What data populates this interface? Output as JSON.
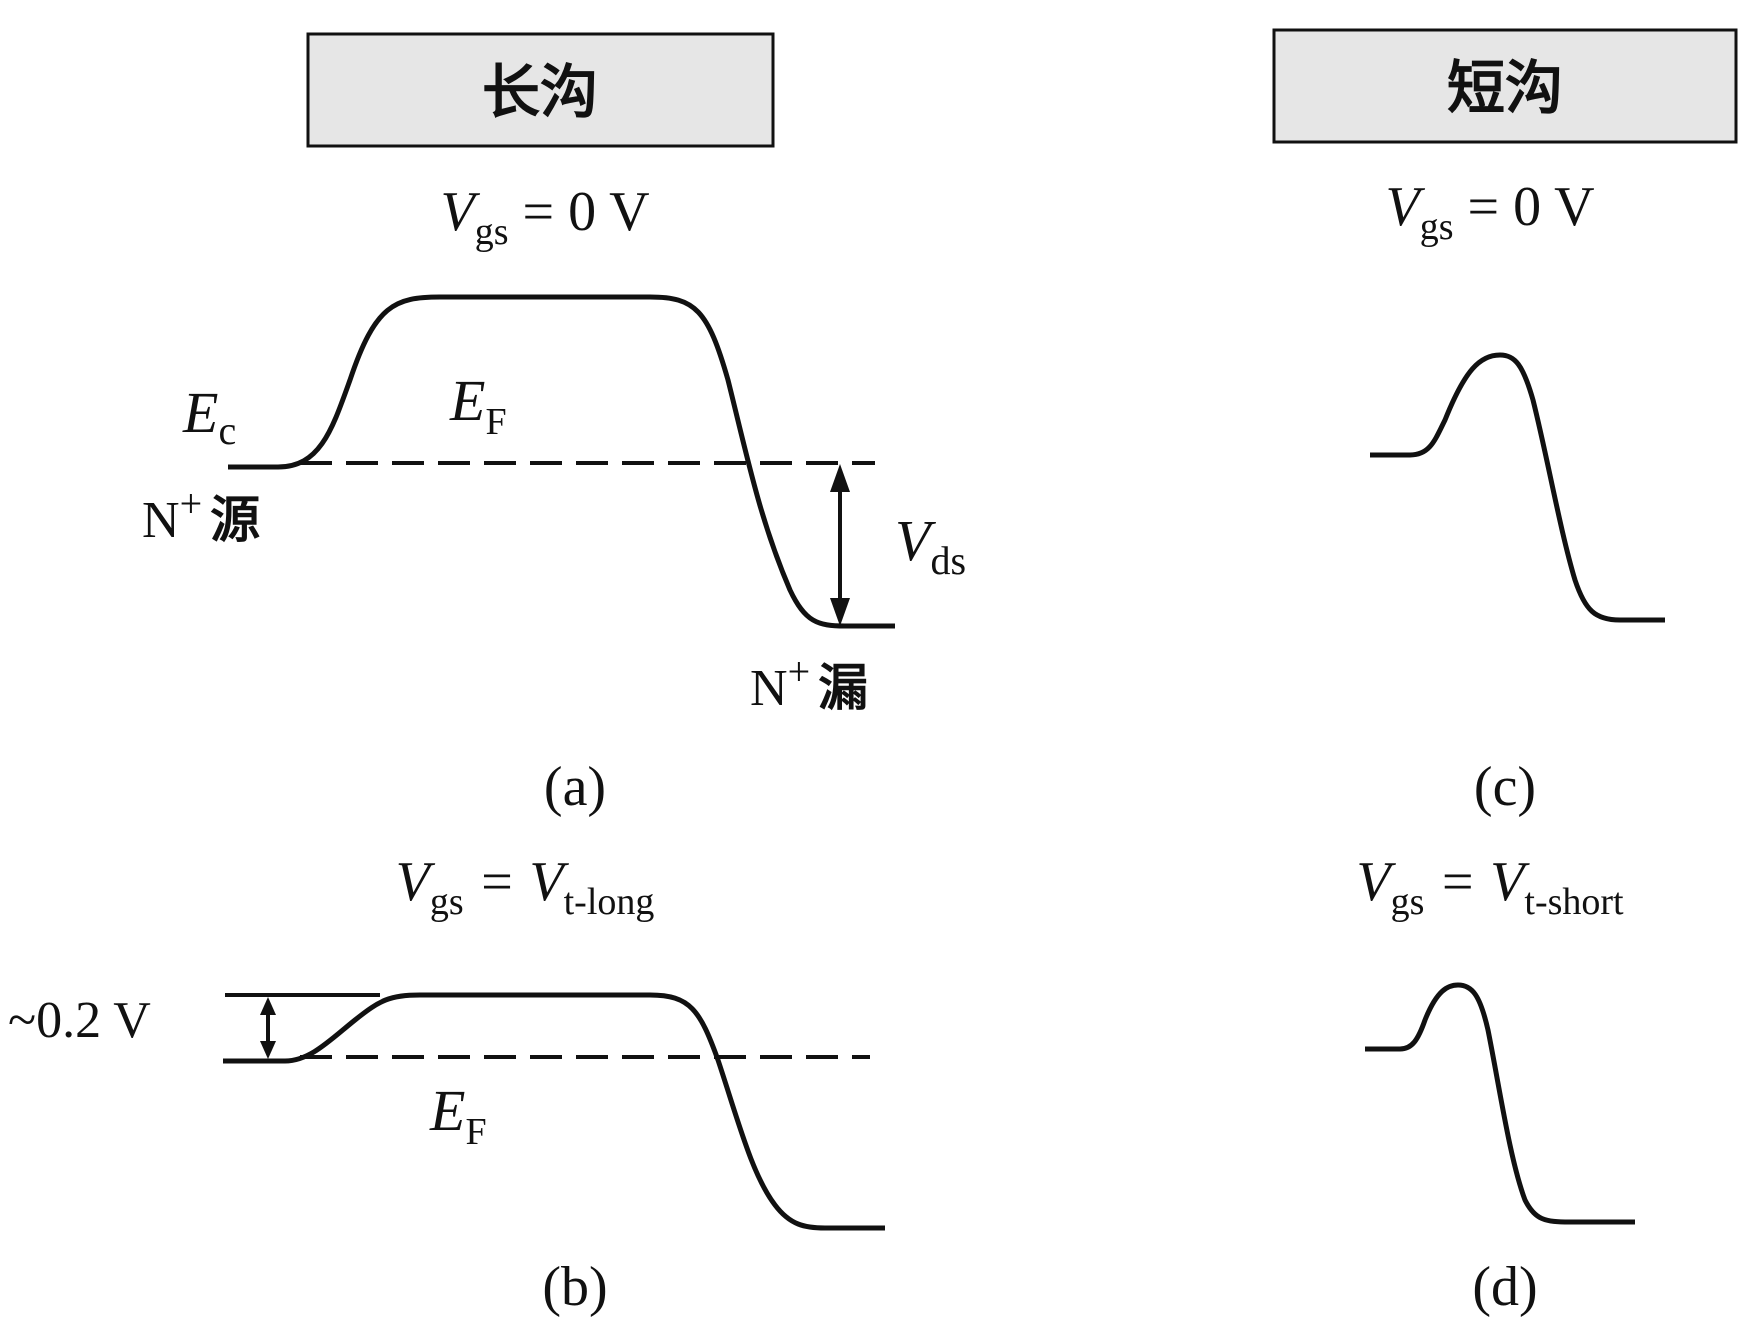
{
  "headers": {
    "long": "长沟",
    "short": "短沟"
  },
  "conditions": {
    "a": {
      "main": "V",
      "sub": "gs",
      "rest": " = 0 V"
    },
    "c": {
      "main": "V",
      "sub": "gs",
      "rest": " = 0 V"
    },
    "b": {
      "main": "V",
      "sub": "gs",
      "eq": " = V",
      "sub2": "t-long"
    },
    "d": {
      "main": "V",
      "sub": "gs",
      "eq": " = V",
      "sub2": "t-short"
    }
  },
  "labels": {
    "ec_main": "E",
    "ec_sub": "c",
    "ef_main": "E",
    "ef_sub": "F",
    "source": "N",
    "source_sup": "+",
    "source_cn": "源",
    "drain": "N",
    "drain_sup": "+",
    "drain_cn": "漏",
    "vds_main": "V",
    "vds_sub": "ds",
    "barrier": "~0.2 V",
    "ef_b_main": "E",
    "ef_b_sub": "F"
  },
  "captions": {
    "a": "(a)",
    "b": "(b)",
    "c": "(c)",
    "d": "(d)"
  },
  "colors": {
    "ink": "#111111",
    "header_fill": "#e6e6e6"
  }
}
